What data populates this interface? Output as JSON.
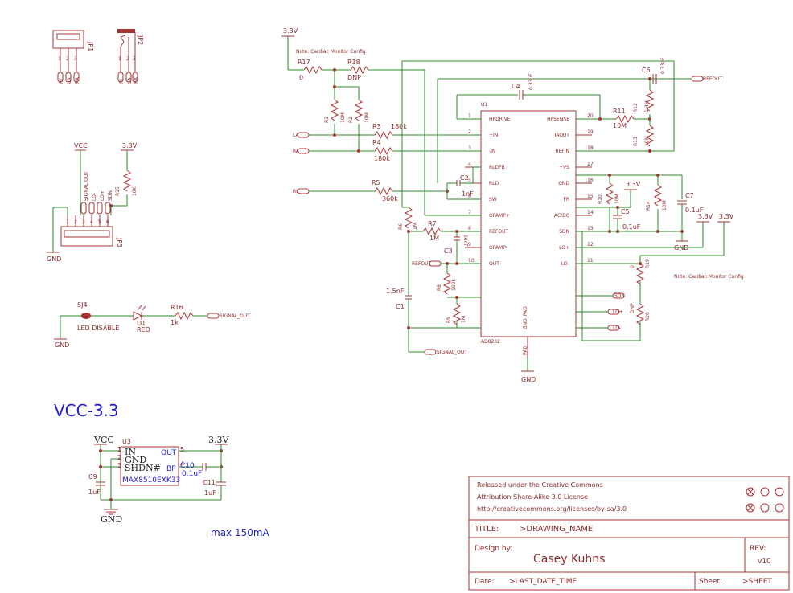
{
  "ics": {
    "u1_ref": "U1",
    "u1_part": "AD8232",
    "u1_pins_left": [
      {
        "n": "1",
        "name": "HPDRIVE"
      },
      {
        "n": "2",
        "name": "+IN"
      },
      {
        "n": "3",
        "name": "-IN"
      },
      {
        "n": "4",
        "name": "RLDFB"
      },
      {
        "n": "5",
        "name": "RLD"
      },
      {
        "n": "6",
        "name": "SW"
      },
      {
        "n": "7",
        "name": "OPAMP+"
      },
      {
        "n": "8",
        "name": "REFOUT"
      },
      {
        "n": "9",
        "name": "OPAMP-"
      },
      {
        "n": "10",
        "name": "OUT"
      }
    ],
    "u1_pins_right": [
      {
        "n": "20",
        "name": "HPSENSE"
      },
      {
        "n": "19",
        "name": "IAOUT"
      },
      {
        "n": "18",
        "name": "REFIN"
      },
      {
        "n": "17",
        "name": "+VS"
      },
      {
        "n": "16",
        "name": "GND"
      },
      {
        "n": "15",
        "name": "FR"
      },
      {
        "n": "14",
        "name": "AC/DC"
      },
      {
        "n": "13",
        "name": "SDN"
      },
      {
        "n": "12",
        "name": "LO+"
      },
      {
        "n": "11",
        "name": "LO-"
      }
    ],
    "u1_pad": "GND_PAD",
    "u1_pad_label": "PAD",
    "u3_ref": "U3",
    "u3_part": "MAX8510EXK33",
    "u3_pins": {
      "in": "IN",
      "gnd": "GND",
      "shdn": "SHDN#",
      "out": "OUT",
      "bp": "BP"
    },
    "u3_pin_nums": {
      "p1": "1",
      "p2": "2",
      "p3": "3",
      "p4": "4",
      "p5": "5"
    }
  },
  "components": {
    "R17": {
      "ref": "R17",
      "val": "0"
    },
    "R18": {
      "ref": "R18",
      "val": "DNP"
    },
    "R1": {
      "ref": "R1",
      "val": "10M"
    },
    "R2": {
      "ref": "R2",
      "val": "10M"
    },
    "R3": {
      "ref": "R3",
      "val": "180k"
    },
    "R4": {
      "ref": "R4",
      "val": "180k"
    },
    "R5": {
      "ref": "R5",
      "val": "360k"
    },
    "R6": {
      "ref": "R6",
      "val": "1M"
    },
    "R7": {
      "ref": "R7",
      "val": "1M"
    },
    "R8": {
      "ref": "R8",
      "val": "100k"
    },
    "R9": {
      "ref": "R9",
      "val": "1M"
    },
    "R10": {
      "ref": "R10",
      "val": "10M"
    },
    "R11": {
      "ref": "R11",
      "val": "10M"
    },
    "R12": {
      "ref": "R12",
      "val": "1.4M"
    },
    "R13": {
      "ref": "R13",
      "val": "10M"
    },
    "R14": {
      "ref": "R14",
      "val": "10M"
    },
    "R15": {
      "ref": "R15",
      "val": "10K"
    },
    "R16": {
      "ref": "R16",
      "val": "1k"
    },
    "R19": {
      "ref": "R19",
      "val": "0"
    },
    "R20": {
      "ref": "R20",
      "val": "DNP"
    },
    "C1": {
      "ref": "C1",
      "val": "1.5nF"
    },
    "C2": {
      "ref": "C2",
      "val": "1nF"
    },
    "C3": {
      "ref": "C3",
      "val": "10nF"
    },
    "C4": {
      "ref": "C4",
      "val": "0.33uF"
    },
    "C5": {
      "ref": "C5",
      "val": "0.1uF"
    },
    "C6": {
      "ref": "C6",
      "val": "0.33uF"
    },
    "C7": {
      "ref": "C7",
      "val": "0.1uF"
    },
    "C9": {
      "ref": "C9",
      "val": "1uF"
    },
    "C10": {
      "ref": "C10",
      "val": "0.1uF"
    },
    "C11": {
      "ref": "C11",
      "val": "1uF"
    },
    "D1": {
      "ref": "D1",
      "val": "RED"
    },
    "SJ4": {
      "ref": "SJ4",
      "val": "LED DISABLE"
    }
  },
  "connectors": {
    "jp1": "JP1",
    "jp1_pins": [
      "1",
      "2",
      "3"
    ],
    "jp1_nets": [
      "RL",
      "LA",
      "RA"
    ],
    "jp2": "JP2",
    "jp2_pins": [
      "1",
      "2",
      "3"
    ],
    "jp2_nets": [
      "RL",
      "LA",
      "RA"
    ],
    "jp3": "JP3",
    "jp3_pins": [
      "1",
      "2",
      "3",
      "4",
      "5",
      "6"
    ],
    "jp3_nets": [
      "SIGNAL OUT",
      "LO-",
      "LO+",
      "SDN"
    ]
  },
  "nets": {
    "v33": "3.3V",
    "vcc": "VCC",
    "gnd": "GND",
    "la": "LA",
    "ra": "RA",
    "rl": "RL",
    "refout": "REFOUT",
    "signal_out": "SIGNAL_OUT",
    "sdn": "SDN",
    "lo_plus": "LO+",
    "lo_minus": "LO-"
  },
  "notes": {
    "cardiac1": "Note: Cardiac Monitor Config",
    "cardiac2": "Note: Cardiac Monitor Config",
    "regulator_title": "VCC-3.3",
    "max_current": "max 150mA"
  },
  "title_block": {
    "license1": "Released under the Creative Commons",
    "license2": "Attribution Share-Alike 3.0 License",
    "license3": "http://creativecommons.org/licenses/by-sa/3.0",
    "title_label": "TITLE:",
    "title_value": ">DRAWING_NAME",
    "design_label": "Design by:",
    "designer": "Casey Kuhns",
    "rev_label": "REV:",
    "rev_value": "v10",
    "date_label": "Date:",
    "date_value": ">LAST_DATE_TIME",
    "sheet_label": "Sheet:",
    "sheet_value": ">SHEET"
  },
  "colors": {
    "wire": "#2a8c2a",
    "part": "#aa3333",
    "text_blue": "#2020c8"
  }
}
